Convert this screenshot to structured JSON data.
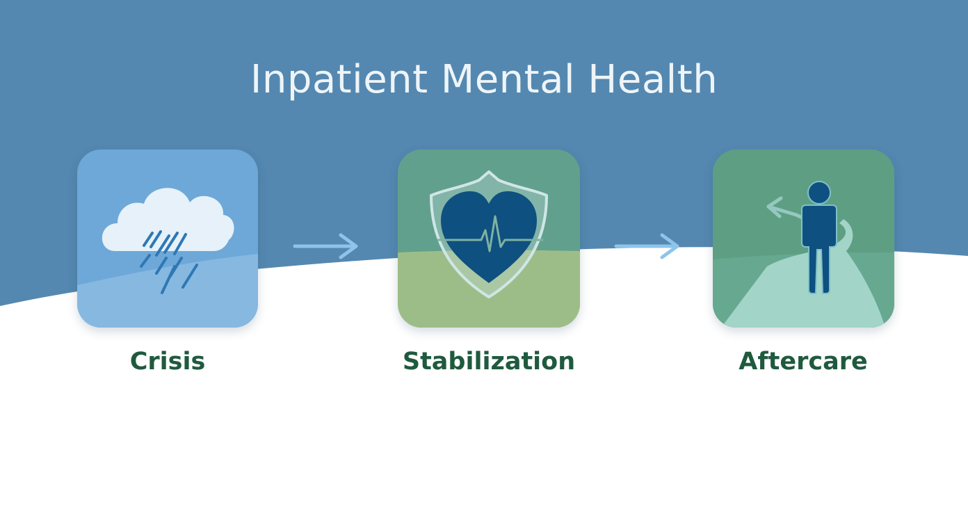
{
  "title": "Inpatient Mental Health",
  "colors": {
    "top_band": "#5488b0",
    "lower_background": "#ffffff",
    "title_text": "#eef4f8",
    "label_text": "#1f5a3e",
    "arrow": "#8ec4ea",
    "crisis_tile": "#6aa3d3",
    "stabilization_tile": "#6aa48e",
    "aftercare_tile": "#5e9f84",
    "icon_dark_blue": "#0e5080"
  },
  "stages": [
    {
      "label": "Crisis",
      "icon": "storm-cloud-icon"
    },
    {
      "label": "Stabilization",
      "icon": "heart-heartbeat-shield-icon"
    },
    {
      "label": "Aftercare",
      "icon": "person-on-path-icon"
    }
  ],
  "connectors": [
    {
      "from": "Crisis",
      "to": "Stabilization",
      "icon": "right-arrow-icon"
    },
    {
      "from": "Stabilization",
      "to": "Aftercare",
      "icon": "right-arrow-icon"
    }
  ]
}
